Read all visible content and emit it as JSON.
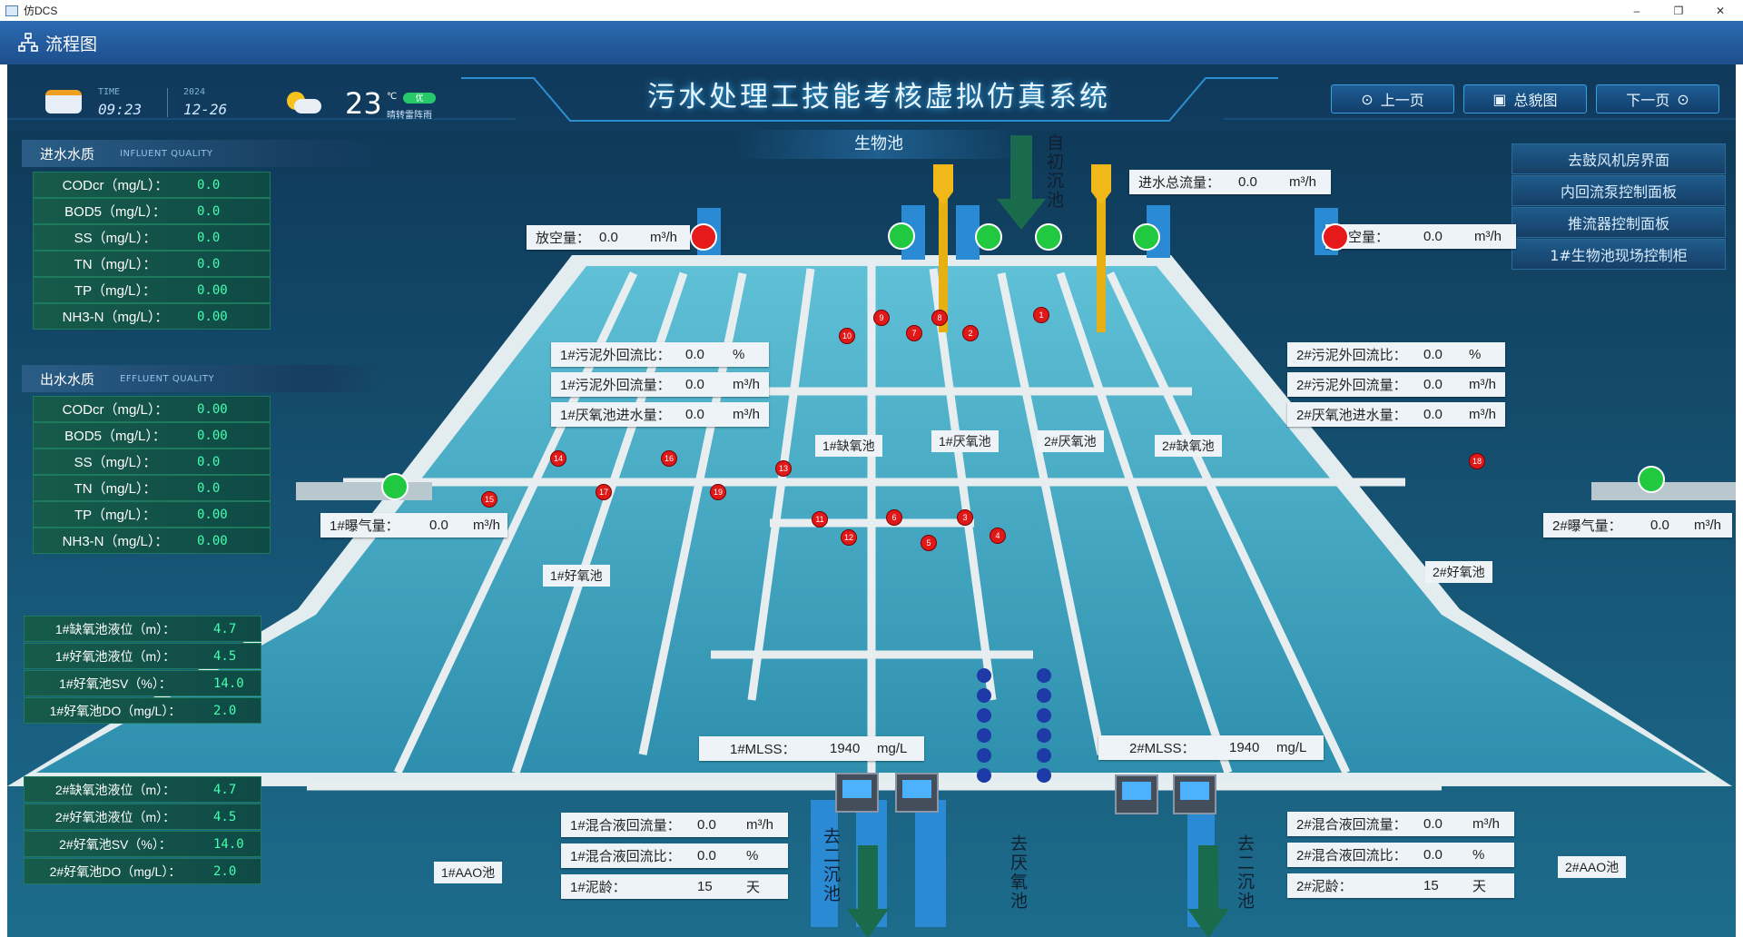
{
  "window": {
    "title": "仿DCS",
    "min": "–",
    "max": "❐",
    "close": "✕"
  },
  "menu": {
    "label": "流程图"
  },
  "header": {
    "title": "污水处理工技能考核虚拟仿真系统",
    "time_label": "TIME",
    "time": "09:23",
    "year": "2024",
    "date": "12-26",
    "temp": "23",
    "temp_unit": "℃",
    "aq": "优",
    "weather": "晴转雷阵雨",
    "prev": "上一页",
    "overview": "总貌图",
    "next": "下一页"
  },
  "section": {
    "title": "生物池"
  },
  "influent": {
    "title": "进水水质",
    "title_en": "INFLUENT QUALITY",
    "rows": [
      {
        "label": "CODcr（mg/L）：",
        "value": "0.0"
      },
      {
        "label": "BOD5（mg/L）：",
        "value": "0.0"
      },
      {
        "label": "SS（mg/L）：",
        "value": "0.0"
      },
      {
        "label": "TN（mg/L）：",
        "value": "0.0"
      },
      {
        "label": "TP（mg/L）：",
        "value": "0.00"
      },
      {
        "label": "NH3-N（mg/L）：",
        "value": "0.00"
      }
    ]
  },
  "effluent": {
    "title": "出水水质",
    "title_en": "EFFLUENT QUALITY",
    "rows": [
      {
        "label": "CODcr（mg/L）：",
        "value": "0.00"
      },
      {
        "label": "BOD5（mg/L）：",
        "value": "0.00"
      },
      {
        "label": "SS（mg/L）：",
        "value": "0.0"
      },
      {
        "label": "TN（mg/L）：",
        "value": "0.0"
      },
      {
        "label": "TP（mg/L）：",
        "value": "0.00"
      },
      {
        "label": "NH3-N（mg/L）：",
        "value": "0.00"
      }
    ]
  },
  "levels1": [
    {
      "label": "1#缺氧池液位（m）：",
      "value": "4.7"
    },
    {
      "label": "1#好氧池液位（m）：",
      "value": "4.5"
    },
    {
      "label": "1#好氧池SV（%）：",
      "value": "14.0"
    },
    {
      "label": "1#好氧池DO（mg/L）：",
      "value": "2.0"
    }
  ],
  "levels2": [
    {
      "label": "2#缺氧池液位（m）：",
      "value": "4.7"
    },
    {
      "label": "2#好氧池液位（m）：",
      "value": "4.5"
    },
    {
      "label": "2#好氧池SV（%）：",
      "value": "14.0"
    },
    {
      "label": "2#好氧池DO（mg/L）：",
      "value": "2.0"
    }
  ],
  "right_menu": [
    "去鼓风机房界面",
    "内回流泵控制面板",
    "推流器控制面板",
    "1#生物池现场控制柜"
  ],
  "inflow": {
    "label": "进水总流量：",
    "value": "0.0",
    "unit": "m³/h"
  },
  "vent1": {
    "label": "放空量：",
    "value": "0.0",
    "unit": "m³/h"
  },
  "vent2": {
    "label": "放空量：",
    "value": "0.0",
    "unit": "m³/h"
  },
  "left_info": [
    {
      "label": "1#污泥外回流比：",
      "value": "0.0",
      "unit": "%"
    },
    {
      "label": "1#污泥外回流量：",
      "value": "0.0",
      "unit": "m³/h"
    },
    {
      "label": "1#厌氧池进水量：",
      "value": "0.0",
      "unit": "m³/h"
    }
  ],
  "right_info": [
    {
      "label": "2#污泥外回流比：",
      "value": "0.0",
      "unit": "%"
    },
    {
      "label": "2#污泥外回流量：",
      "value": "0.0",
      "unit": "m³/h"
    },
    {
      "label": "2#厌氧池进水量：",
      "value": "0.0",
      "unit": "m³/h"
    }
  ],
  "aer1": {
    "label": "1#曝气量：",
    "value": "0.0",
    "unit": "m³/h"
  },
  "aer2": {
    "label": "2#曝气量：",
    "value": "0.0",
    "unit": "m³/h"
  },
  "mlss1": {
    "label": "1#MLSS：",
    "value": "1940",
    "unit": "mg/L"
  },
  "mlss2": {
    "label": "2#MLSS：",
    "value": "1940",
    "unit": "mg/L"
  },
  "bottom_left": [
    {
      "label": "1#混合液回流量：",
      "value": "0.0",
      "unit": "m³/h"
    },
    {
      "label": "1#混合液回流比：",
      "value": "0.0",
      "unit": "%"
    },
    {
      "label": "1#泥龄：",
      "value": "15",
      "unit": "天"
    }
  ],
  "bottom_right": [
    {
      "label": "2#混合液回流量：",
      "value": "0.0",
      "unit": "m³/h"
    },
    {
      "label": "2#混合液回流比：",
      "value": "0.0",
      "unit": "%"
    },
    {
      "label": "2#泥龄：",
      "value": "15",
      "unit": "天"
    }
  ],
  "tags": {
    "anoxic1": "1#缺氧池",
    "anaerobic1": "1#厌氧池",
    "anaerobic2": "2#厌氧池",
    "anoxic2": "2#缺氧池",
    "aerobic1": "1#好氧池",
    "aerobic2": "2#好氧池",
    "aao1": "1#AAO池",
    "aao2": "2#AAO池"
  },
  "vertical": {
    "primary": "自初沉池",
    "sec1": "去二沉池",
    "anaer": "去厌氧池",
    "sec2": "去二沉池"
  },
  "markers": [
    "1",
    "2",
    "3",
    "4",
    "5",
    "6",
    "7",
    "8",
    "9",
    "10",
    "11",
    "12",
    "13",
    "14",
    "15",
    "16",
    "17",
    "18",
    "19"
  ]
}
